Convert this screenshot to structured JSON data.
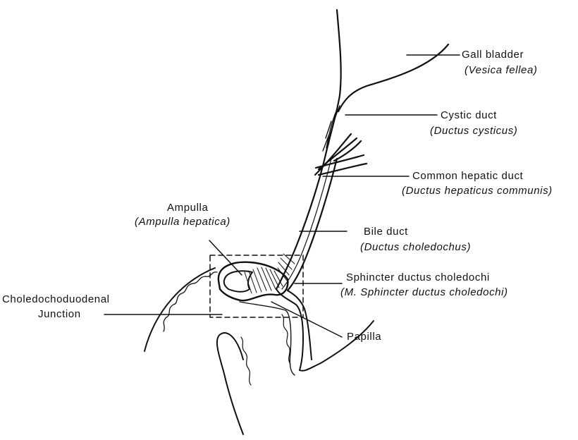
{
  "labels": {
    "gall_bladder": {
      "name": "Gall bladder",
      "latin": "(Vesica fellea)"
    },
    "cystic_duct": {
      "name": "Cystic duct",
      "latin": "(Ductus cysticus)"
    },
    "common_hepatic_duct": {
      "name": "Common hepatic duct",
      "latin": "(Ductus hepaticus communis)"
    },
    "ampulla": {
      "name": "Ampulla",
      "latin": "(Ampulla hepatica)"
    },
    "bile_duct": {
      "name": "Bile duct",
      "latin": "(Ductus choledochus)"
    },
    "sphincter": {
      "name": "Sphincter ductus choledochi",
      "latin": "(M. Sphincter ductus choledochi)"
    },
    "junction": {
      "line1": "Choledochoduodenal",
      "line2": "Junction"
    },
    "papilla": {
      "name": "Papilla"
    }
  },
  "colors": {
    "ink": "#111111",
    "background": "#ffffff"
  }
}
